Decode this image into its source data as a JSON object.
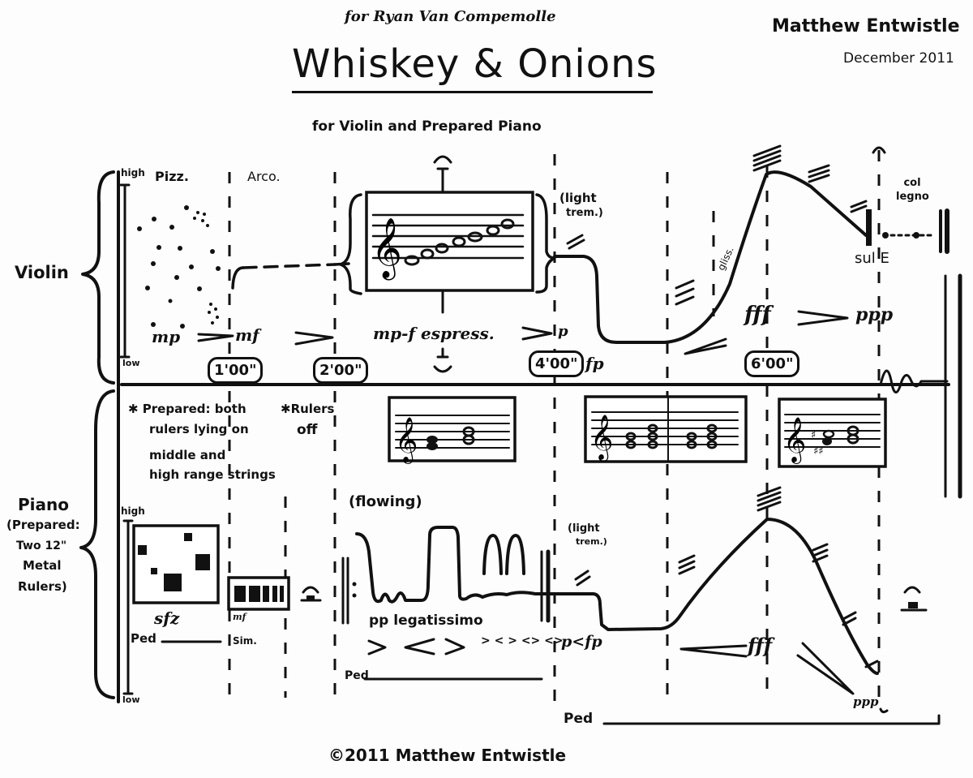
{
  "header": {
    "dedication": "for Ryan Van Compemolle",
    "title": "Whiskey & Onions",
    "subtitle": "for Violin and Prepared Piano",
    "composer": "Matthew Entwistle",
    "date": "December 2011"
  },
  "instruments": {
    "violin": {
      "label": "Violin",
      "range_high": "high",
      "range_low": "low",
      "techniques": [
        "Pizz.",
        "Arco.",
        "(light trem.)",
        "gliss.",
        "sul E",
        "col legno"
      ],
      "dynamics": {
        "d1": "mp",
        "d2": "mf",
        "d3": "mp-f espress.",
        "d4": "p",
        "d5": "fp",
        "d6": "fff",
        "d7": "ppp"
      }
    },
    "piano": {
      "label": "Piano",
      "label_sub1": "(Prepared:",
      "label_sub2": "Two 12\"",
      "label_sub3": "Metal",
      "label_sub4": "Rulers)",
      "range_high": "high",
      "range_low": "low",
      "note_prepared": "✱ Prepared: both rulers lying on middle and high range strings",
      "note_prepared_l1": "✱ Prepared: both",
      "note_prepared_l2": "rulers lying on",
      "note_prepared_l3": "middle and",
      "note_prepared_l4": "high range strings",
      "note_rulers_l1": "✱Rulers",
      "note_rulers_l2": "off",
      "flowing": "(flowing)",
      "light_trem_l1": "(light",
      "light_trem_l2": "trem.)",
      "dynamics": {
        "sfz": "sfz",
        "mf": "mf",
        "pp_leg": "pp legatissimo",
        "hairpins": "> < > <> <>",
        "p_fp": "p<fp",
        "fff": "fff",
        "ppp": "ppp"
      },
      "pedal": {
        "ped1": "Ped",
        "sim": "Sim.",
        "ped2": "Ped",
        "ped3": "Ped"
      }
    }
  },
  "violin_trem": {
    "l1": "(light",
    "l2": "trem.)"
  },
  "timestamps": [
    "1'00\"",
    "2'00\"",
    "4'00\"",
    "6'00\""
  ],
  "footer": {
    "copyright": "©2011 Matthew Entwistle"
  }
}
